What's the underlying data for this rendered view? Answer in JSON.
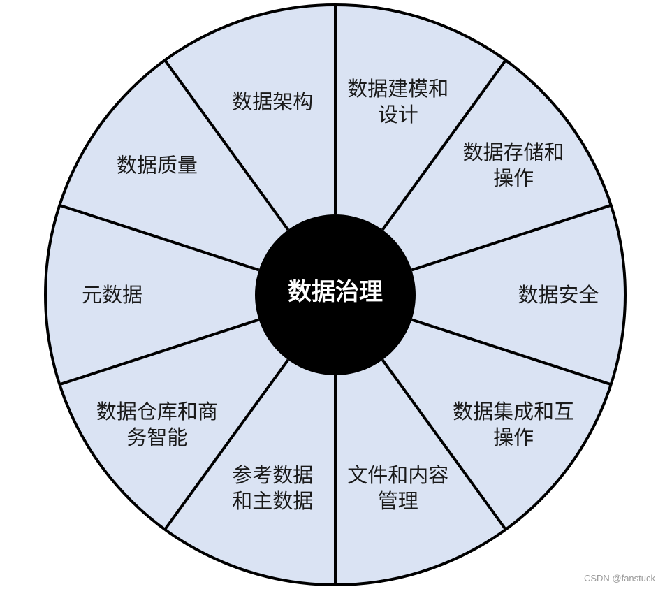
{
  "diagram": {
    "center": {
      "label": "数据治理"
    },
    "segments": [
      {
        "lines": [
          "数据建模和",
          "设计"
        ]
      },
      {
        "lines": [
          "数据存储和",
          "操作"
        ]
      },
      {
        "lines": [
          "数据安全"
        ]
      },
      {
        "lines": [
          "数据集成和互",
          "操作"
        ]
      },
      {
        "lines": [
          "文件和内容",
          "管理"
        ]
      },
      {
        "lines": [
          "参考数据",
          "和主数据"
        ]
      },
      {
        "lines": [
          "数据仓库和商",
          "务智能"
        ]
      },
      {
        "lines": [
          "元数据"
        ]
      },
      {
        "lines": [
          "数据质量"
        ]
      },
      {
        "lines": [
          "数据架构"
        ]
      }
    ],
    "colors": {
      "segment_fill": "#dae3f3",
      "border": "#000000",
      "hub_fill": "#000000",
      "hub_text": "#ffffff"
    }
  },
  "watermark": "CSDN @fanstuck"
}
